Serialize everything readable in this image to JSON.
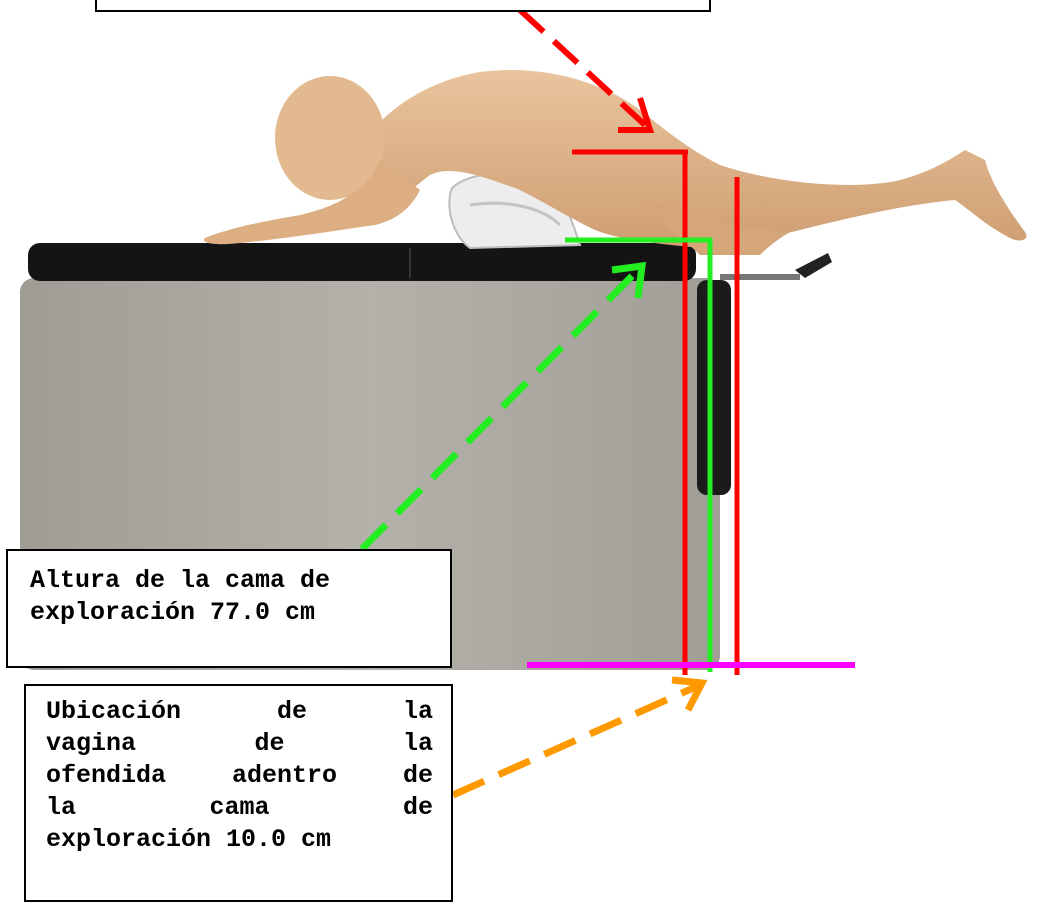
{
  "labels": {
    "bed_height_line1": "Altura de la cama de",
    "bed_height_line2": "exploración 77.0 cm",
    "location_line1": [
      "Ubicación",
      "de",
      "la"
    ],
    "location_line2": [
      "vagina",
      "de",
      "la"
    ],
    "location_line3": [
      "ofendida",
      "adentro",
      "de"
    ],
    "location_line4": [
      "la",
      "cama",
      "de"
    ],
    "location_line5": "exploración 10.0 cm"
  },
  "colors": {
    "red_marker": "#ff0000",
    "green_marker": "#22ee22",
    "orange_marker": "#ff9900",
    "magenta_floor": "#ff00ff",
    "bed_pad": "#141414",
    "bed_base": "#a8a69e",
    "skin": "#e0b58a",
    "pillow": "#ececec"
  },
  "icons": [
    "dashed-arrow-red",
    "dashed-arrow-green",
    "dashed-arrow-orange"
  ]
}
